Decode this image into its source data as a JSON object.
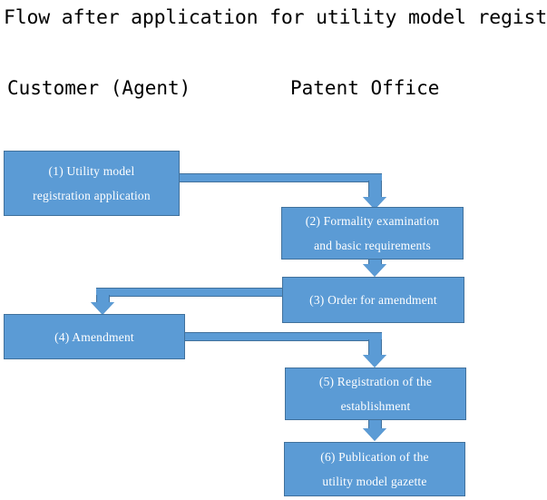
{
  "diagram": {
    "title": "Flow after application for utility model registration",
    "lanes": [
      {
        "id": "customer",
        "label": "Customer (Agent)"
      },
      {
        "id": "patent_office",
        "label": "Patent Office"
      }
    ],
    "colors": {
      "node_fill": "#5B9BD5",
      "node_border": "#41719C",
      "node_text": "#FFFFFF",
      "connector": "#5B9BD5",
      "background": "#FFFFFF",
      "heading_text": "#000000"
    },
    "nodes": [
      {
        "id": "n1",
        "lane": "customer",
        "line1": "(1) Utility model",
        "line2": "registration application"
      },
      {
        "id": "n2",
        "lane": "patent_office",
        "line1": "(2) Formality examination",
        "line2": "and basic requirements"
      },
      {
        "id": "n3",
        "lane": "patent_office",
        "line1": "(3) Order for amendment",
        "line2": ""
      },
      {
        "id": "n4",
        "lane": "customer",
        "line1": "(4) Amendment",
        "line2": ""
      },
      {
        "id": "n5",
        "lane": "patent_office",
        "line1": "(5) Registration of the",
        "line2": "establishment"
      },
      {
        "id": "n6",
        "lane": "patent_office",
        "line1": "(6) Publication of the",
        "line2": "utility model gazette"
      }
    ],
    "edges": [
      {
        "id": "e1",
        "from": "n1",
        "to": "n2",
        "shape": "right-then-down"
      },
      {
        "id": "e2",
        "from": "n2",
        "to": "n3",
        "shape": "down"
      },
      {
        "id": "e3",
        "from": "n3",
        "to": "n4",
        "shape": "left-then-down"
      },
      {
        "id": "e4",
        "from": "n4",
        "to": "n5",
        "shape": "right-then-down"
      },
      {
        "id": "e5",
        "from": "n5",
        "to": "n6",
        "shape": "down"
      }
    ]
  }
}
